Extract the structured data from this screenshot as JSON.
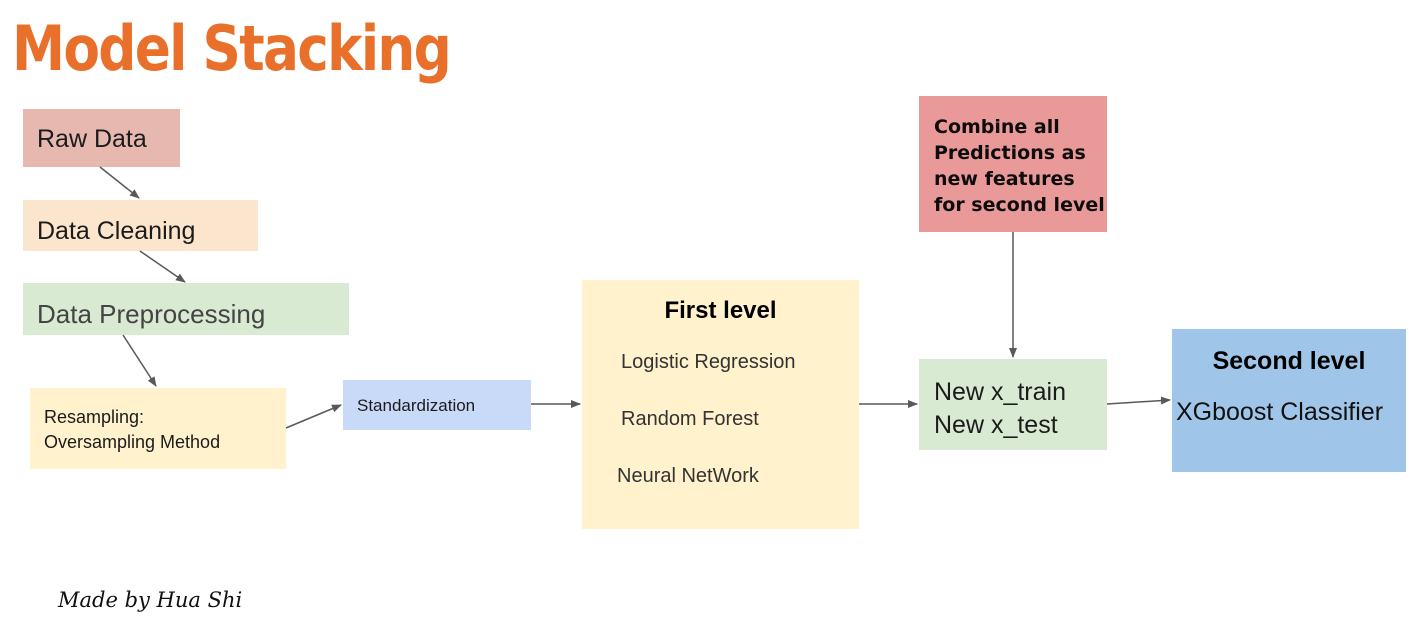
{
  "title": "Model Stacking",
  "nodes": {
    "raw_data": "Raw Data",
    "data_cleaning": "Data Cleaning",
    "data_preprocessing": "Data Preprocessing",
    "resampling": [
      "Resampling:",
      "Oversampling Method"
    ],
    "standardization": "Standardization",
    "first_level": {
      "heading": "First level",
      "models": [
        "Logistic Regression",
        "Random Forest",
        "Neural NetWork"
      ]
    },
    "combine": [
      "Combine all",
      "Predictions as",
      "new features",
      "for second level"
    ],
    "new_sets": [
      "New x_train",
      "New x_test"
    ],
    "second_level": {
      "heading": "Second level",
      "model": "XGboost Classifier"
    }
  },
  "credit": "Made by Hua Shi",
  "colors": {
    "title": "#e8702a",
    "raw_data": "#e6b8af",
    "data_cleaning": "#fce5cd",
    "data_preprocessing": "#d9ead3",
    "resampling": "#fff2cc",
    "standardization": "#c9daf8",
    "first_level": "#fff2cc",
    "combine": "#ea9999",
    "new_sets": "#d9ead3",
    "second_level": "#9fc5e8",
    "arrow": "#595959"
  }
}
